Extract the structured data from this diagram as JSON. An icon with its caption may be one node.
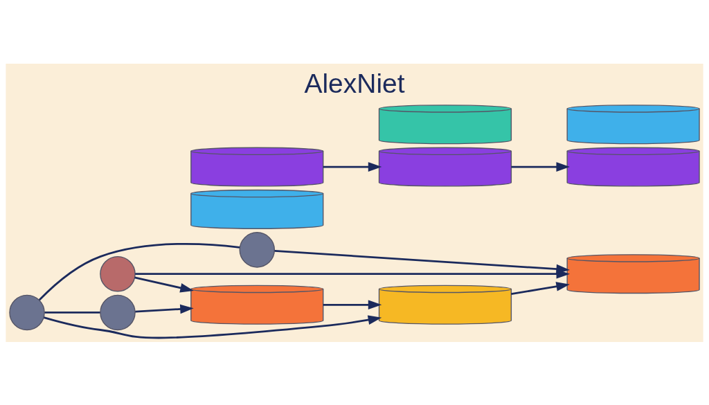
{
  "diagram": {
    "title": "AlexNiet",
    "nodes": [
      {
        "text": [],
        "shape": "circle"
      },
      {
        "text": [],
        "shape": "circle"
      },
      {
        "text": [],
        "shape": "circle"
      },
      {
        "text": [],
        "shape": "circle"
      },
      {
        "text": [],
        "shape": "cylinder"
      },
      {
        "text": [],
        "shape": "cylinder"
      },
      {
        "text": [],
        "shape": "cylinder"
      },
      {
        "text": [],
        "shape": "cylinder"
      },
      {
        "text": [],
        "shape": "cylinder"
      },
      {
        "text": [],
        "shape": "cylinder"
      },
      {
        "text": [],
        "shape": "cylinder"
      },
      {
        "text": [],
        "shape": "cylinder"
      },
      {
        "text": [],
        "shape": "cylinder"
      }
    ],
    "edges": [
      {
        "from": 0,
        "to": 1,
        "arrow": "none"
      },
      {
        "from": 0,
        "to": 2,
        "arrow": "none"
      },
      {
        "from": 0,
        "to": 7,
        "arrow": "to"
      },
      {
        "from": 1,
        "to": 4,
        "arrow": "to"
      },
      {
        "from": 2,
        "to": 10,
        "arrow": "to"
      },
      {
        "from": 3,
        "to": 4,
        "arrow": "to"
      },
      {
        "from": 3,
        "to": 10,
        "arrow": "to"
      },
      {
        "from": 4,
        "to": 7,
        "arrow": "to"
      },
      {
        "from": 7,
        "to": 10,
        "arrow": "to"
      },
      {
        "from": 6,
        "to": 9,
        "arrow": "to"
      },
      {
        "from": 9,
        "to": 12,
        "arrow": "to"
      }
    ]
  }
}
